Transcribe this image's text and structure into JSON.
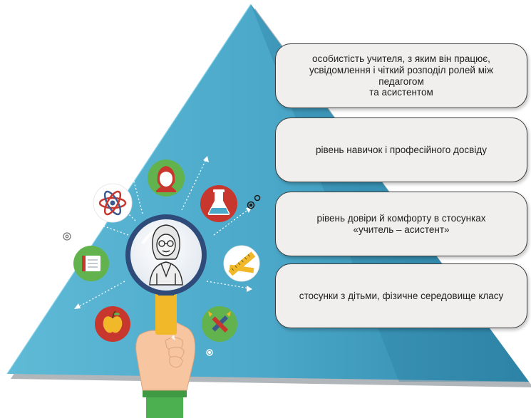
{
  "pyramid": {
    "levels": [
      {
        "text": "особистість учителя, з яким він працює,\nусвідомлення  і чіткий розподіл ролей між педагогом\nта асистентом"
      },
      {
        "text": "рівень навичок і професійного досвіду"
      },
      {
        "text": "рівень довіри й комфорту в стосунках\n«учитель – асистент»"
      },
      {
        "text": "стосунки з дітьми, фізичне середовище класу"
      }
    ]
  },
  "illustration": {
    "icons": [
      "person-icon",
      "atom-icon",
      "flask-icon",
      "book-icon",
      "ruler-icon",
      "apple-icon",
      "brush-icon",
      "gear-icon"
    ],
    "colors": {
      "pyramid_light": "#5ab4d2",
      "pyramid_dark": "#2f86a8",
      "circle_red": "#c8372d",
      "circle_green": "#62b34e",
      "circle_yellow": "#f1b829",
      "magnifier_frame": "#3d5a8c",
      "hand_skin": "#f7c5a0",
      "sleeve_green": "#4caf50"
    }
  }
}
